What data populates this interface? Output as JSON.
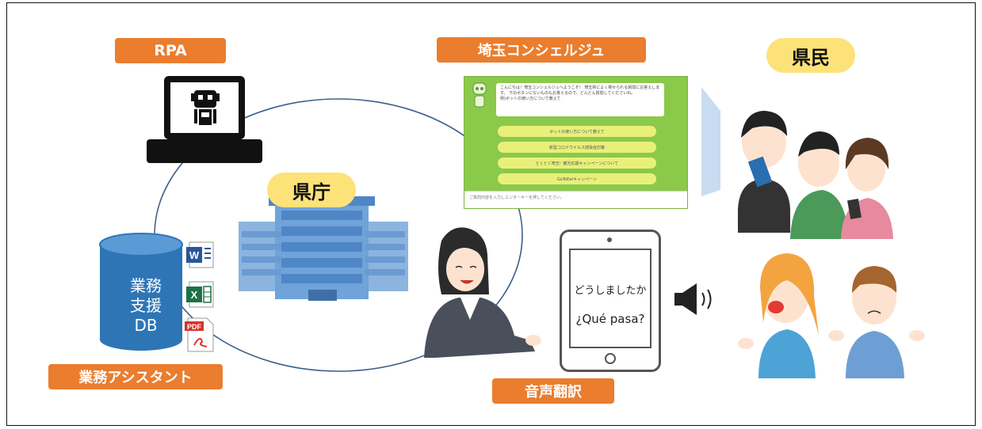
{
  "labels": {
    "rpa": "RPA",
    "concierge": "埼玉コンシェルジュ",
    "citizens": "県民",
    "prefecture": "県庁",
    "assistant": "業務アシスタント",
    "translation": "音声翻訳"
  },
  "database": {
    "line1": "業務",
    "line2": "支援",
    "line3": "DB"
  },
  "file_icons": [
    {
      "name": "word-icon",
      "letter": "W",
      "color": "#2a5699"
    },
    {
      "name": "excel-icon",
      "letter": "X",
      "color": "#1e7145"
    },
    {
      "name": "pdf-icon",
      "letter": "PDF",
      "color": "#d9322a"
    }
  ],
  "chatbot": {
    "greeting": "こんにちは！埼玉コンシェルジュへようこそ！ 埼玉県によく寄せられる質問にお答えします。 下のボタンにないものもお答えるので、どんどん質問してくださいね。",
    "hint": "例)ボットの使い方について教えて",
    "options": [
      "ボットの使い方について教えて",
      "新型コロナウイルス感染症対策",
      "とくとく埼玉！観光応援キャンペーンについて",
      "GoToEatキャンペーン"
    ],
    "input_placeholder": "ご質問内容を入力しエンターキーを押してください。"
  },
  "tablet": {
    "japanese": "どうしましたか",
    "spanish": "¿Qué pasa?"
  },
  "colors": {
    "label_orange": "#ea7d2e",
    "pill_yellow": "#fde27a",
    "db_blue": "#2e75b6",
    "chat_green": "#8bc94a"
  }
}
